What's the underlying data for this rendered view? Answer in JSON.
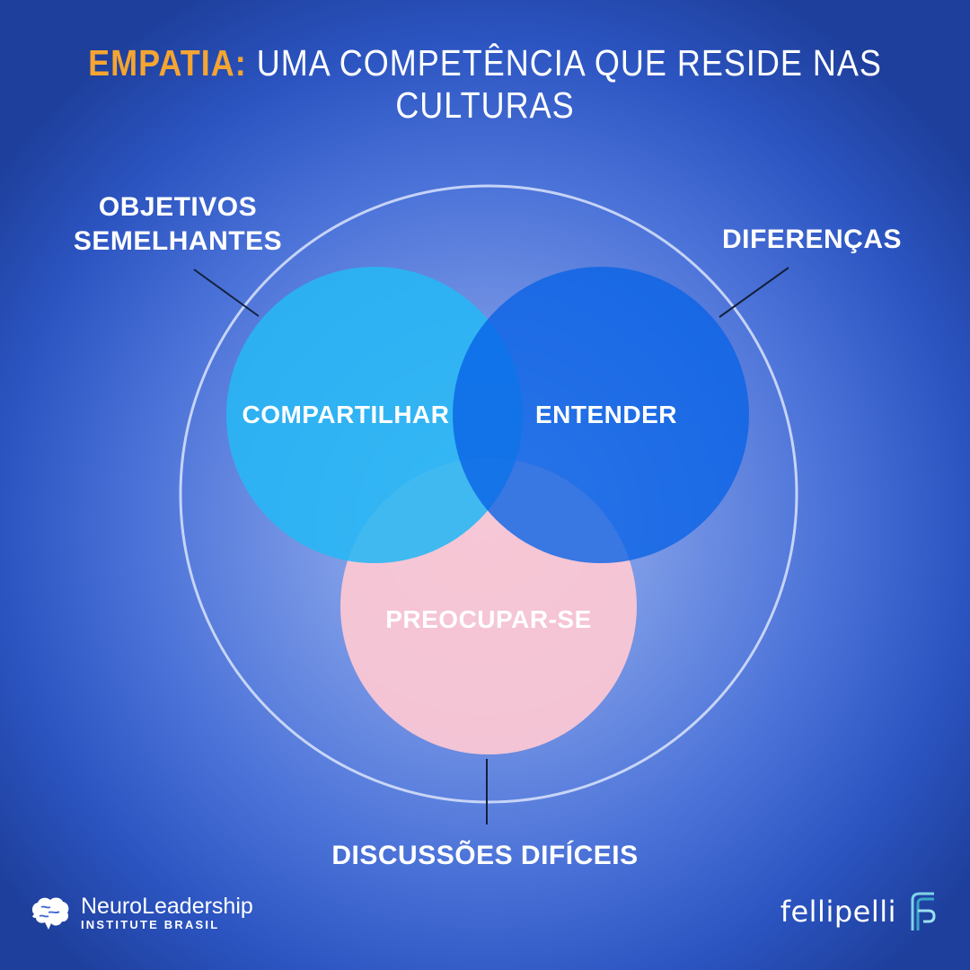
{
  "title": {
    "accent": "EMPATIA:",
    "rest": "UMA COMPETÊNCIA QUE RESIDE NAS CULTURAS"
  },
  "outer_labels": {
    "top_left_line1": "OBJETIVOS",
    "top_left_line2": "SEMELHANTES",
    "top_right": "DIFERENÇAS",
    "bottom": "DISCUSSÕES DIFÍCEIS"
  },
  "circles": {
    "left": {
      "label": "COMPARTILHAR",
      "color": "#27b7f5"
    },
    "right": {
      "label": "ENTENDER",
      "color": "#0a63e6"
    },
    "bottom": {
      "label": "PREOCUPAR-SE",
      "color": "#fbc7d4"
    }
  },
  "colors": {
    "accent": "#f5a531",
    "outer_ring": "#dbe4fb",
    "pointer_line": "#14213d"
  },
  "branding": {
    "left_name": "NeuroLeadership",
    "left_sub": "INSTITUTE BRASIL",
    "left_icon": "brain-icon",
    "right_name": "fellipelli",
    "right_icon": "fellipelli-f-icon"
  }
}
